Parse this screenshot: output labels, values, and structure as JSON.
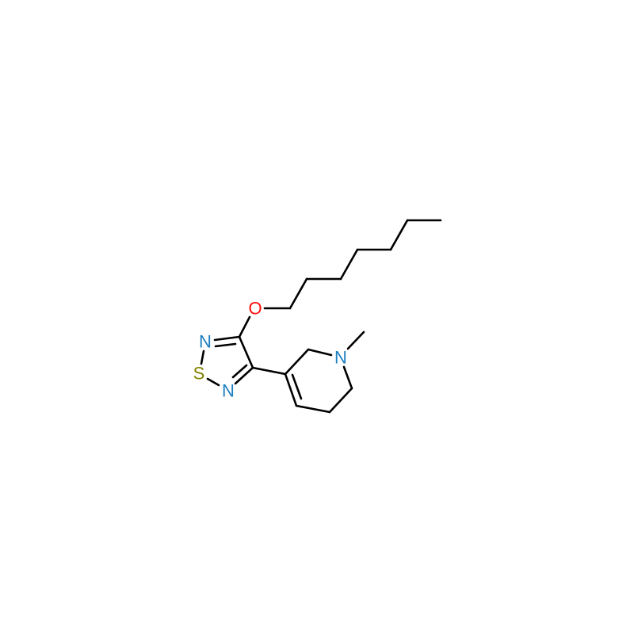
{
  "molecule": {
    "atoms": {
      "oxygen": {
        "label": "O",
        "color": "#ff0d0d"
      },
      "n_ring_top": {
        "label": "N",
        "color": "#1e7fc0"
      },
      "sulfur": {
        "label": "S",
        "color": "#808000"
      },
      "n_ring_bottom": {
        "label": "N",
        "color": "#1e7fc0"
      },
      "n_piperidine": {
        "label": "N",
        "color": "#1e7fc0"
      }
    }
  }
}
